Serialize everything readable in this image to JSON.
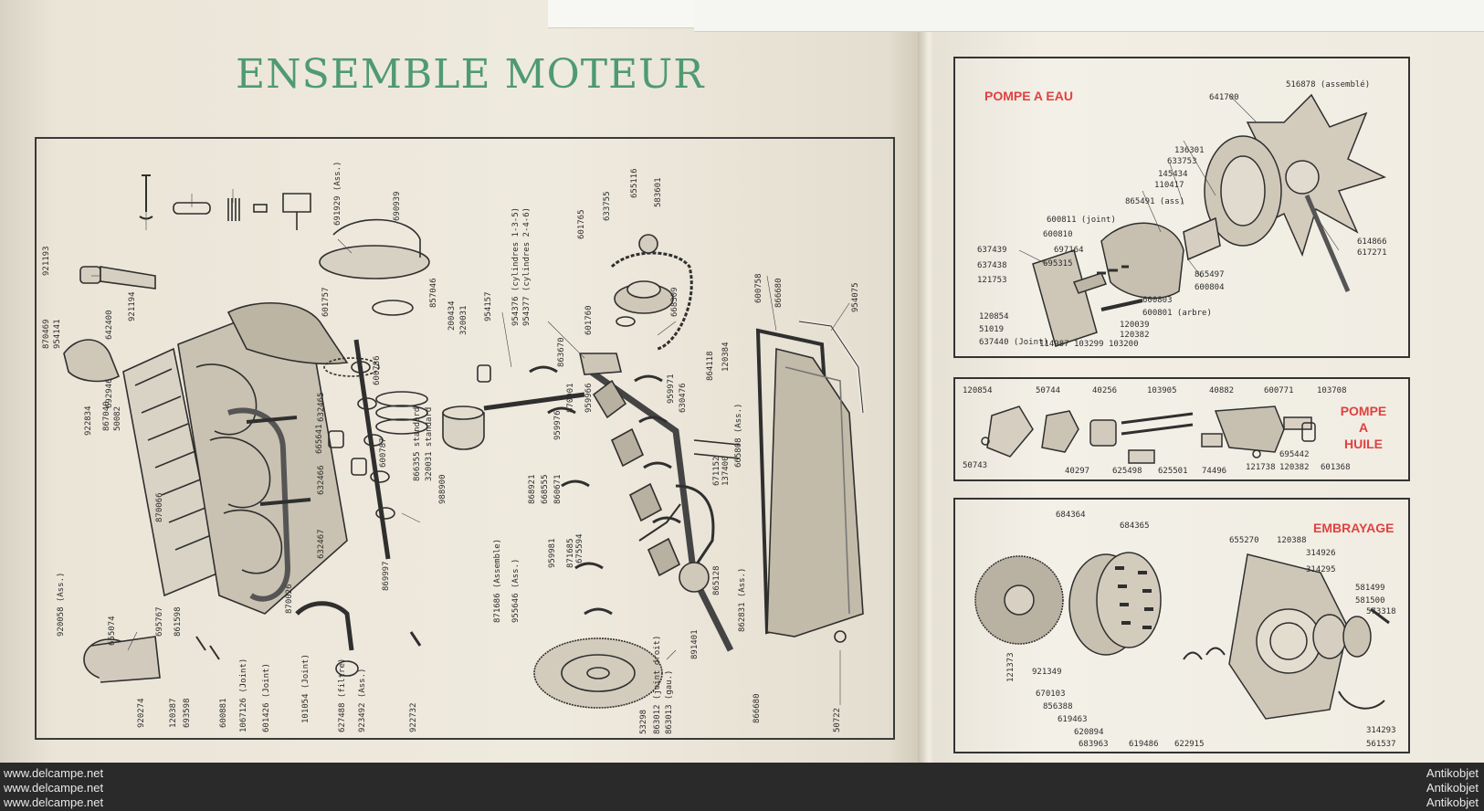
{
  "title": "ENSEMBLE MOTEUR",
  "sections": {
    "water_pump": "POMPE A EAU",
    "oil_pump_line1": "POMPE",
    "oil_pump_line2": "A",
    "oil_pump_line3": "HUILE",
    "clutch": "EMBRAYAGE"
  },
  "main_labels": [
    "921193",
    "870469",
    "954141",
    "922834",
    "867040",
    "50082",
    "870066",
    "920058 (Ass.)",
    "920274",
    "120387",
    "693598",
    "600881",
    "1067126 (Joint)",
    "601426 (Joint)",
    "870026",
    "642400",
    "692946",
    "921194",
    "655074",
    "695767",
    "861598",
    "665641",
    "632465",
    "632466",
    "632467",
    "869997",
    "600786",
    "600787",
    "988900",
    "320031",
    "200434",
    "954157",
    "601757",
    "691929 (Ass.)",
    "690939",
    "857046",
    "954376 (cylindres 1-3-5)",
    "954377 (cylindres 2-4-6)",
    "601765",
    "633755",
    "655116",
    "583601",
    "601760",
    "668309",
    "600758",
    "866680",
    "954075",
    "863670",
    "870001",
    "959966",
    "959971",
    "630476",
    "864118",
    "120384",
    "665808 (Ass.)",
    "671152",
    "137400",
    "868921",
    "668555",
    "860671",
    "959976",
    "675594",
    "871686 (Assemble)",
    "955646 (Ass.)",
    "959981",
    "871685",
    "865128",
    "862831 (Ass.)",
    "891401",
    "53298",
    "863012 (joint droit)",
    "863013 (gau.)",
    "866680",
    "50722",
    "922732",
    "923492 (Ass.)",
    "627488 (filtre)",
    "101054 (Joint)",
    "866355 standard",
    "320031 standard"
  ],
  "water_labels": [
    "516878 (assemblé)",
    "641700",
    "136301",
    "633753",
    "145434",
    "110417",
    "865491 (ass)",
    "600811 (joint)",
    "600810",
    "637439",
    "697164",
    "695315",
    "637438",
    "121753",
    "120854",
    "51019",
    "637440 (Joint)",
    "865497",
    "600804",
    "600803",
    "600801 (arbre)",
    "120039",
    "120382",
    "103200",
    "103299",
    "114987",
    "614866",
    "617271"
  ],
  "oil_labels": [
    "120854",
    "50744",
    "40256",
    "103905",
    "40882",
    "600771",
    "103708",
    "50743",
    "40297",
    "625498",
    "625501",
    "74496",
    "121738",
    "695442",
    "120382",
    "601368"
  ],
  "clutch_labels": [
    "684364",
    "684365",
    "655270",
    "120388",
    "314926",
    "314295",
    "581499",
    "581500",
    "573318",
    "121373",
    "921349",
    "670103",
    "856388",
    "619463",
    "620894",
    "683963",
    "619486",
    "622915",
    "314293",
    "561537"
  ],
  "watermark": "www.delcampe.net",
  "watermark_right": "Antikobjet",
  "colors": {
    "title_green": "#4f9a72",
    "section_red": "#e0413f",
    "paper": "#ece7dc"
  }
}
